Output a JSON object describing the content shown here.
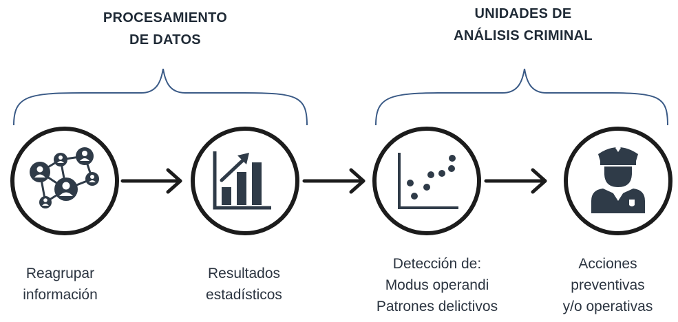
{
  "groups": {
    "processing": {
      "line1": "PROCESAMIENTO",
      "line2": "DE DATOS"
    },
    "units": {
      "line1": "UNIDADES DE",
      "line2": "ANÁLISIS CRIMINAL"
    }
  },
  "steps": [
    {
      "icon": "network-people-icon",
      "lines": [
        "Reagrupar",
        "información"
      ]
    },
    {
      "icon": "bar-chart-growth-icon",
      "lines": [
        "Resultados",
        "estadísticos"
      ]
    },
    {
      "icon": "scatter-plot-icon",
      "lines": [
        "Detección de:",
        "Modus operandi",
        "Patrones delictivos"
      ]
    },
    {
      "icon": "police-officer-icon",
      "lines": [
        "Acciones",
        "preventivas",
        "y/o operativas"
      ]
    }
  ],
  "colors": {
    "text": "#1f2a36",
    "circle_stroke": "#1c1c1c",
    "icon_fill": "#2f3b48",
    "brace": "#3a5a86",
    "arrow": "#1c1c1c"
  }
}
